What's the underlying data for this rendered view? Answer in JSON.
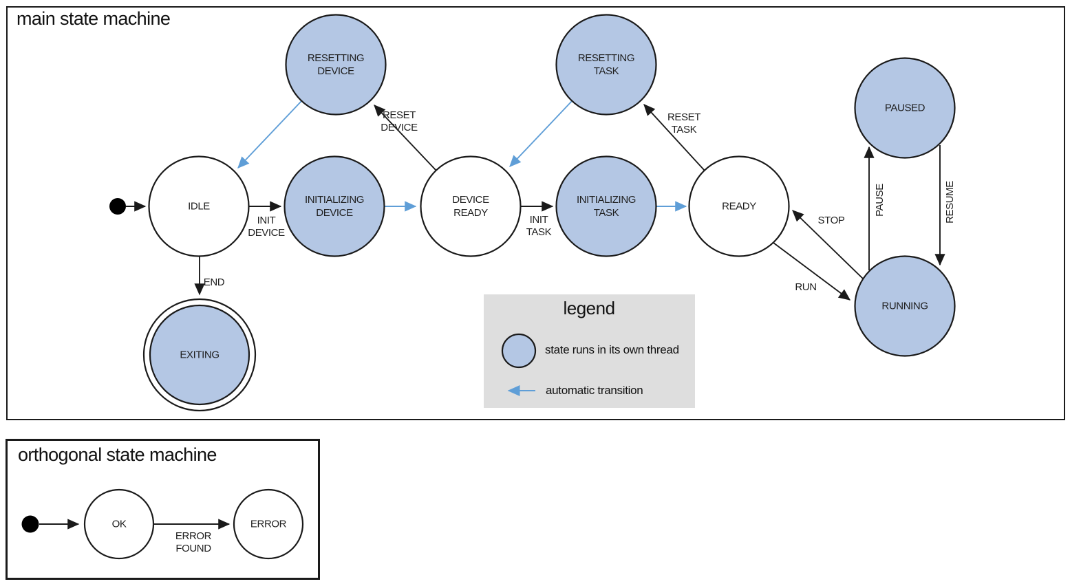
{
  "colors": {
    "threaded_state_fill": "#b4c7e4",
    "auto_transition_blue": "#5f9ed7",
    "legend_bg": "#dedede",
    "stroke_black": "#1a1a1a"
  },
  "main": {
    "title": "main state machine",
    "states": {
      "idle": {
        "l1": "IDLE"
      },
      "resetting_device": {
        "l1": "RESETTING",
        "l2": "DEVICE"
      },
      "initializing_device": {
        "l1": "INITIALIZING",
        "l2": "DEVICE"
      },
      "device_ready": {
        "l1": "DEVICE",
        "l2": "READY"
      },
      "resetting_task": {
        "l1": "RESETTING",
        "l2": "TASK"
      },
      "initializing_task": {
        "l1": "INITIALIZING",
        "l2": "TASK"
      },
      "ready": {
        "l1": "READY"
      },
      "paused": {
        "l1": "PAUSED"
      },
      "running": {
        "l1": "RUNNING"
      },
      "exiting": {
        "l1": "EXITING"
      }
    },
    "edges": {
      "init_device": {
        "l1": "INIT",
        "l2": "DEVICE"
      },
      "init_task": {
        "l1": "INIT",
        "l2": "TASK"
      },
      "reset_device": {
        "l1": "RESET",
        "l2": "DEVICE"
      },
      "reset_task": {
        "l1": "RESET",
        "l2": "TASK"
      },
      "run": {
        "l1": "RUN"
      },
      "stop": {
        "l1": "STOP"
      },
      "pause": {
        "l1": "PAUSE"
      },
      "resume": {
        "l1": "RESUME"
      },
      "end": {
        "l1": "END"
      }
    }
  },
  "legend": {
    "title": "legend",
    "thread_label": "state runs in its own thread",
    "auto_label": "automatic transition"
  },
  "orthogonal": {
    "title": "orthogonal state machine",
    "states": {
      "ok": {
        "l1": "OK"
      },
      "error": {
        "l1": "ERROR"
      }
    },
    "edges": {
      "error_found": {
        "l1": "ERROR",
        "l2": "FOUND"
      }
    }
  }
}
